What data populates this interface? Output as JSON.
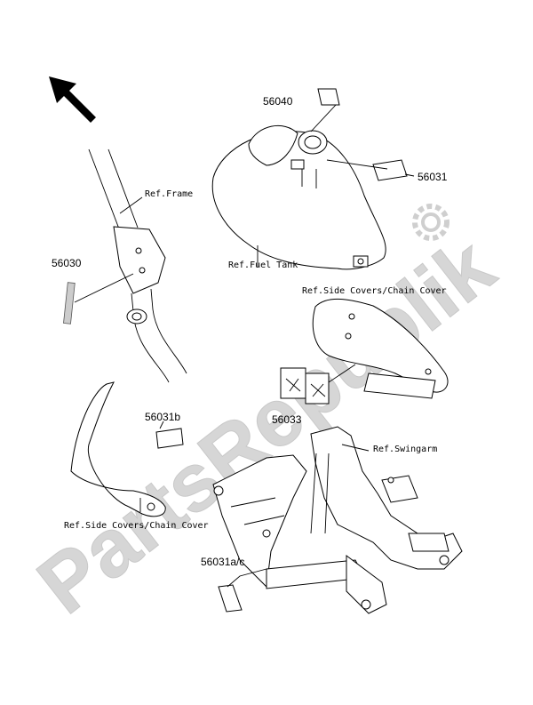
{
  "watermark": {
    "text": "PartsRepublik",
    "color": "#d6d6d6"
  },
  "icons": {
    "direction": "direction-arrow-icon",
    "gear": "gear-icon"
  },
  "labels": {
    "ref_frame": "Ref.Frame",
    "ref_fuel_tank": "Ref.Fuel Tank",
    "ref_side_covers_top": "Ref.Side Covers/Chain Cover",
    "ref_swingarm": "Ref.Swingarm",
    "ref_side_covers_bottom": "Ref.Side Covers/Chain Cover"
  },
  "part_numbers": {
    "p56040": "56040",
    "p56031": "56031",
    "p56030": "56030",
    "p56033": "56033",
    "p56031b": "56031b",
    "p56031ac": "56031a/c"
  }
}
